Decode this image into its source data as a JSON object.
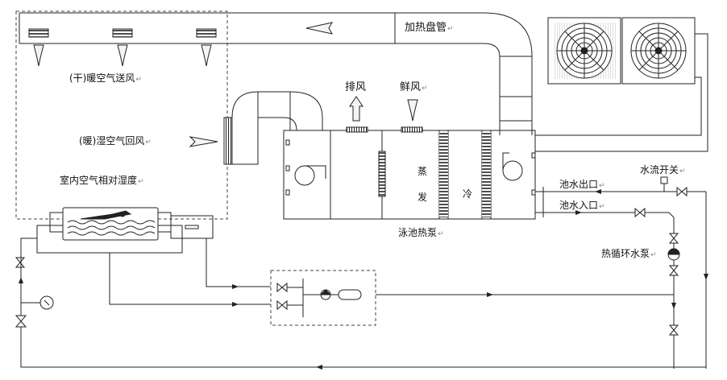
{
  "labels": {
    "heating_coil": "加热盘管",
    "supply_air": "(干)暖空气送风",
    "return_air": "(暖)湿空气回风",
    "indoor_humidity": "室内空气相对湿度",
    "exhaust": "排风",
    "fresh_air": "鲜风",
    "evaporator_1": "蒸",
    "evaporator_2": "发",
    "condenser_1": "冷",
    "heat_pump": "泳池热泵",
    "pool_outlet": "池水出口",
    "pool_inlet": "池水入口",
    "flow_switch": "水流开关",
    "circ_pump": "热循环水泵",
    "return_mark": "↵"
  },
  "colors": {
    "line": "#222222",
    "dashed": "#444444",
    "fill_light": "#f4f4f4",
    "fill_dark": "#333333"
  }
}
